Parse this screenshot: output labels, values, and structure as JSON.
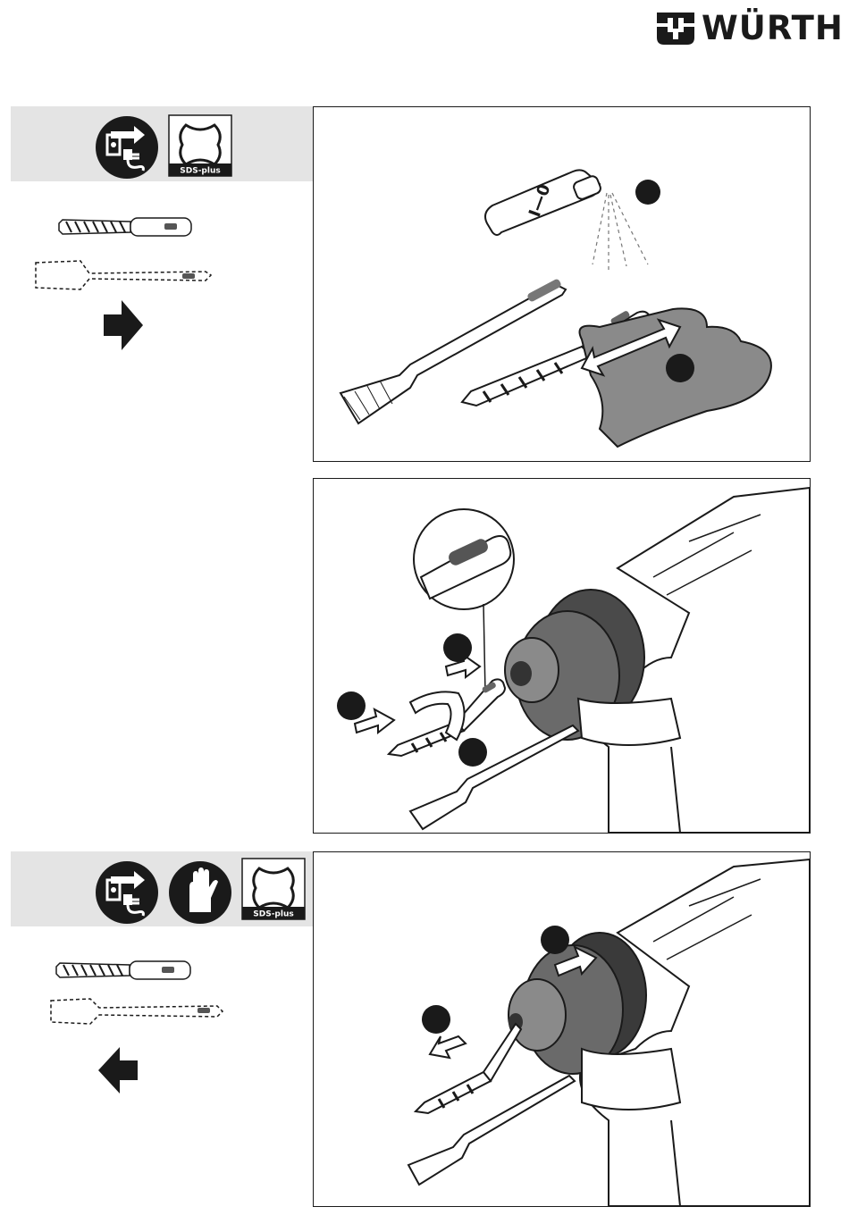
{
  "brand": {
    "logo_text": "WÜRTH"
  },
  "section1": {
    "sds_label": "SDS-plus",
    "icons": [
      "unplug-icon",
      "sds-plus-icon"
    ],
    "arrow": "arrow-right-icon",
    "panel1": {
      "bottle_text": "I—0",
      "callouts": 2
    },
    "panel2": {
      "callouts": 3
    }
  },
  "section2": {
    "sds_label": "SDS-plus",
    "icons": [
      "unplug-icon",
      "gloves-icon",
      "sds-plus-icon"
    ],
    "arrow": "arrow-left-icon",
    "panel3": {
      "callouts": 2
    }
  },
  "colors": {
    "band": "#e4e4e4",
    "ink": "#1a1a1a",
    "chuck": "#4a4a4a"
  }
}
